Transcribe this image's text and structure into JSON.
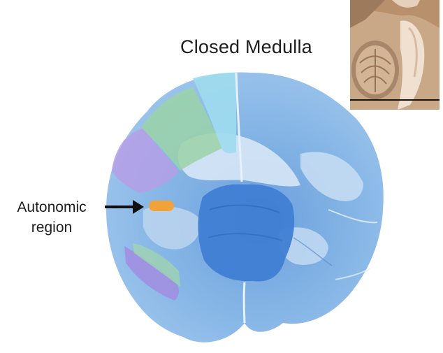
{
  "title": "Closed Medulla",
  "annotation": {
    "line1": "Autonomic",
    "line2": "region",
    "arrow_icon": "arrow-right-icon"
  },
  "colors": {
    "background": "#ffffff",
    "stain": "#7fb0e2",
    "dark_core": "#3f7ed2",
    "autonomic_highlight": "#f0a33a",
    "tract_green": "#9bd2a8",
    "tract_cyan": "#9fdcee",
    "tract_violet": "#b59fe6",
    "tract_violet_lower": "#a18ddf",
    "tract_green_lower": "#9fd3b0"
  }
}
